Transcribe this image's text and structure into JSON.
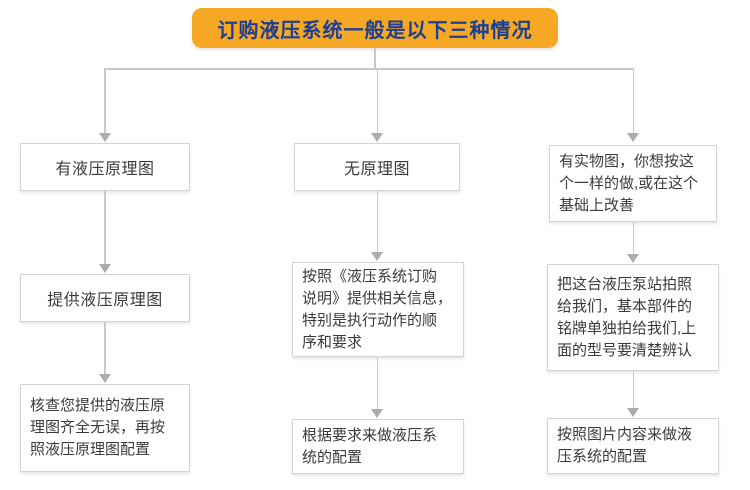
{
  "header": {
    "title": "订购液压系统一般是以下三种情况"
  },
  "flowchart": {
    "columns": [
      {
        "name": "has-hydraulic-schematic",
        "boxes": [
          {
            "text": "有液压原理图"
          },
          {
            "text": "提供液压原理图"
          },
          {
            "text": "核查您提供的液压原\n理图齐全无误，再按\n照液压原理图配置"
          }
        ]
      },
      {
        "name": "no-schematic",
        "boxes": [
          {
            "text": "无原理图"
          },
          {
            "text": "按照《液压系统订购\n说明》提供相关信息，\n特别是执行动作的顺\n序和要求"
          },
          {
            "text": "根据要求来做液压系\n统的配置"
          }
        ]
      },
      {
        "name": "has-real-photo",
        "boxes": [
          {
            "text": "有实物图，你想按这\n个一样的做,或在这个\n基础上改善"
          },
          {
            "text": "把这台液压泵站拍照\n给我们，基本部件的\n铭牌单独拍给我们,上\n面的型号要清楚辨认"
          },
          {
            "text": "按照图片内容来做液\n压系统的配置"
          }
        ]
      }
    ]
  },
  "colors": {
    "accent": "#F6A723",
    "title_text": "#1C3F94",
    "box_border": "#D5D5D5",
    "box_text": "#3B3B3B",
    "connector": "#C9C9C9",
    "arrow": "#ACACAC"
  }
}
